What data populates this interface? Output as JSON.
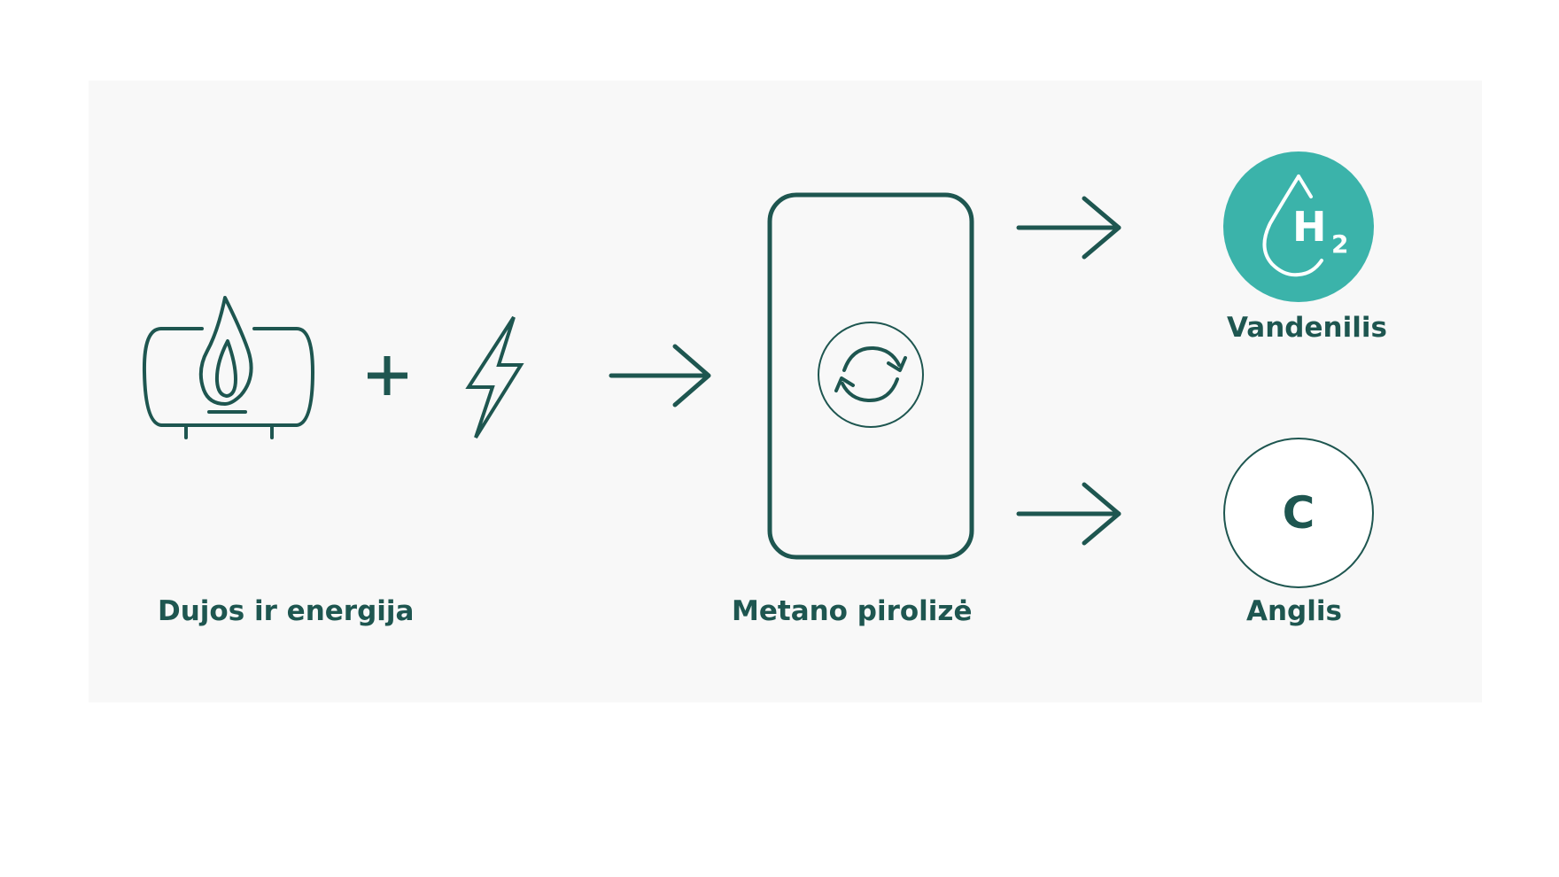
{
  "colors": {
    "panel_background": "#f8f8f8",
    "stroke": "#1e5650",
    "hydrogen_fill": "#3bb3aa",
    "carbon_fill": "#ffffff"
  },
  "inputs": {
    "gas_tank_icon": "gas-tank-flame-icon",
    "plus_sign": "+",
    "energy_icon": "lightning-bolt-icon",
    "label": "Dujos ir energija"
  },
  "process": {
    "icon": "refresh-cycle-icon",
    "label": "Metano pirolizė"
  },
  "outputs": {
    "hydrogen": {
      "icon": "water-drop-icon",
      "symbol": "H",
      "subscript": "2",
      "label": "Vandenilis"
    },
    "carbon": {
      "symbol": "C",
      "label": "Anglis"
    }
  }
}
